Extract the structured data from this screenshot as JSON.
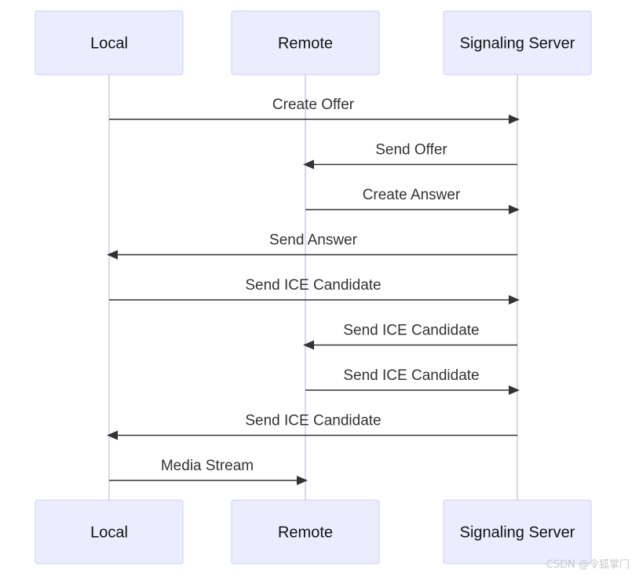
{
  "participants": [
    {
      "id": "local",
      "label": "Local"
    },
    {
      "id": "remote",
      "label": "Remote"
    },
    {
      "id": "server",
      "label": "Signaling Server"
    }
  ],
  "messages": [
    {
      "from": "local",
      "to": "server",
      "label": "Create Offer"
    },
    {
      "from": "server",
      "to": "remote",
      "label": "Send Offer"
    },
    {
      "from": "remote",
      "to": "server",
      "label": "Create Answer"
    },
    {
      "from": "server",
      "to": "local",
      "label": "Send Answer"
    },
    {
      "from": "local",
      "to": "server",
      "label": "Send ICE Candidate"
    },
    {
      "from": "server",
      "to": "remote",
      "label": "Send ICE Candidate"
    },
    {
      "from": "remote",
      "to": "server",
      "label": "Send ICE Candidate"
    },
    {
      "from": "server",
      "to": "local",
      "label": "Send ICE Candidate"
    },
    {
      "from": "local",
      "to": "remote",
      "label": "Media Stream"
    }
  ],
  "watermark": "CSDN @令狐掌门",
  "colors": {
    "actor_fill": "#ececff",
    "actor_border": "#ccccff",
    "line": "#333333"
  }
}
